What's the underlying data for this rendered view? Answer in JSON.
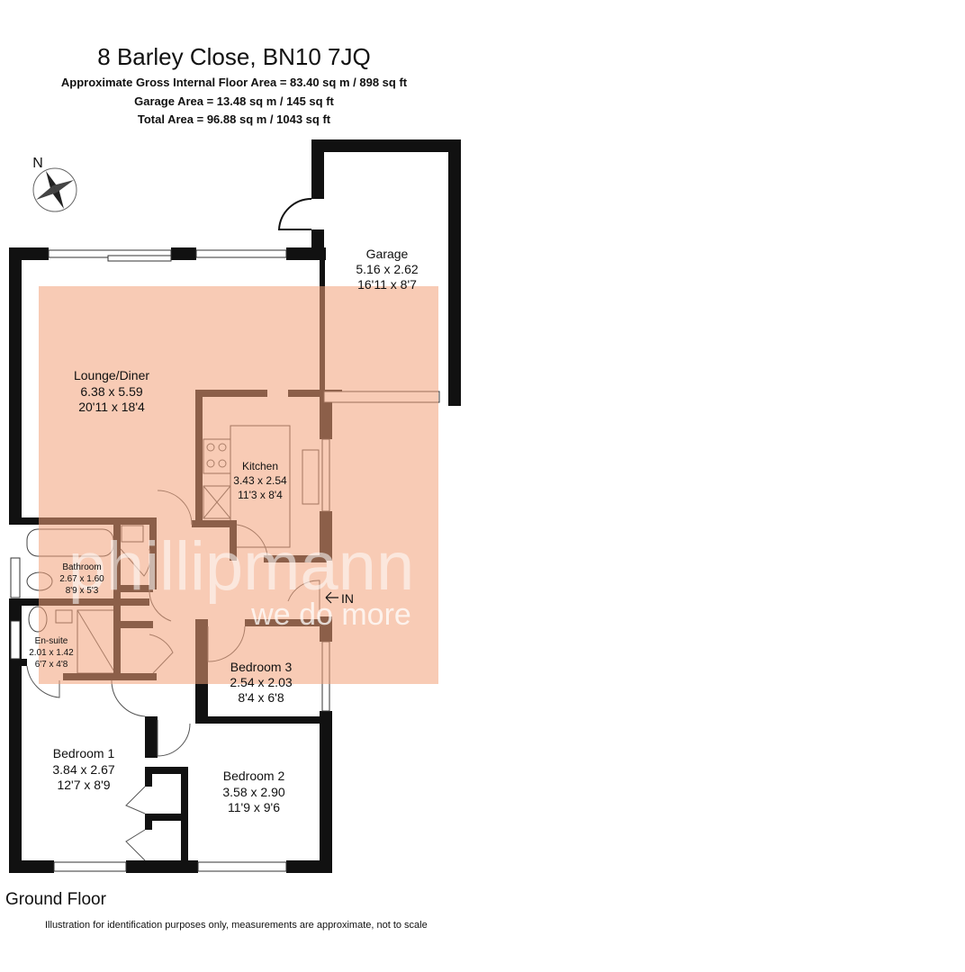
{
  "header": {
    "title": "8 Barley Close, BN10 7JQ",
    "area_line_1": "Approximate Gross Internal Floor Area = 83.40 sq m / 898 sq ft",
    "area_line_2": "Garage Area = 13.48 sq m / 145 sq ft",
    "area_line_3": "Total Area = 96.88 sq m / 1043 sq ft"
  },
  "compass": {
    "label": "N"
  },
  "rooms": {
    "garage": {
      "name": "Garage",
      "metric": "5.16 x 2.62",
      "imperial": "16'11 x 8'7"
    },
    "lounge": {
      "name": "Lounge/Diner",
      "metric": "6.38 x 5.59",
      "imperial": "20'11 x 18'4"
    },
    "kitchen": {
      "name": "Kitchen",
      "metric": "3.43 x 2.54",
      "imperial": "11'3 x 8'4"
    },
    "bathroom": {
      "name": "Bathroom",
      "metric": "2.67 x 1.60",
      "imperial": "8'9 x 5'3"
    },
    "ensuite": {
      "name": "En-suite",
      "metric": "2.01 x 1.42",
      "imperial": "6'7 x 4'8"
    },
    "bedroom3": {
      "name": "Bedroom 3",
      "metric": "2.54 x 2.03",
      "imperial": "8'4 x 6'8"
    },
    "bedroom1": {
      "name": "Bedroom 1",
      "metric": "3.84 x 2.67",
      "imperial": "12'7 x 8'9"
    },
    "bedroom2": {
      "name": "Bedroom 2",
      "metric": "3.58 x 2.90",
      "imperial": "11'9 x 9'6"
    }
  },
  "entrance": {
    "label": "IN"
  },
  "watermark": {
    "brand": "phillipmann",
    "tagline": "we do more",
    "color": "#f2a078"
  },
  "footer": {
    "floor_label": "Ground Floor",
    "disclaimer": "Illustration for identification purposes only, measurements are approximate, not to scale"
  }
}
